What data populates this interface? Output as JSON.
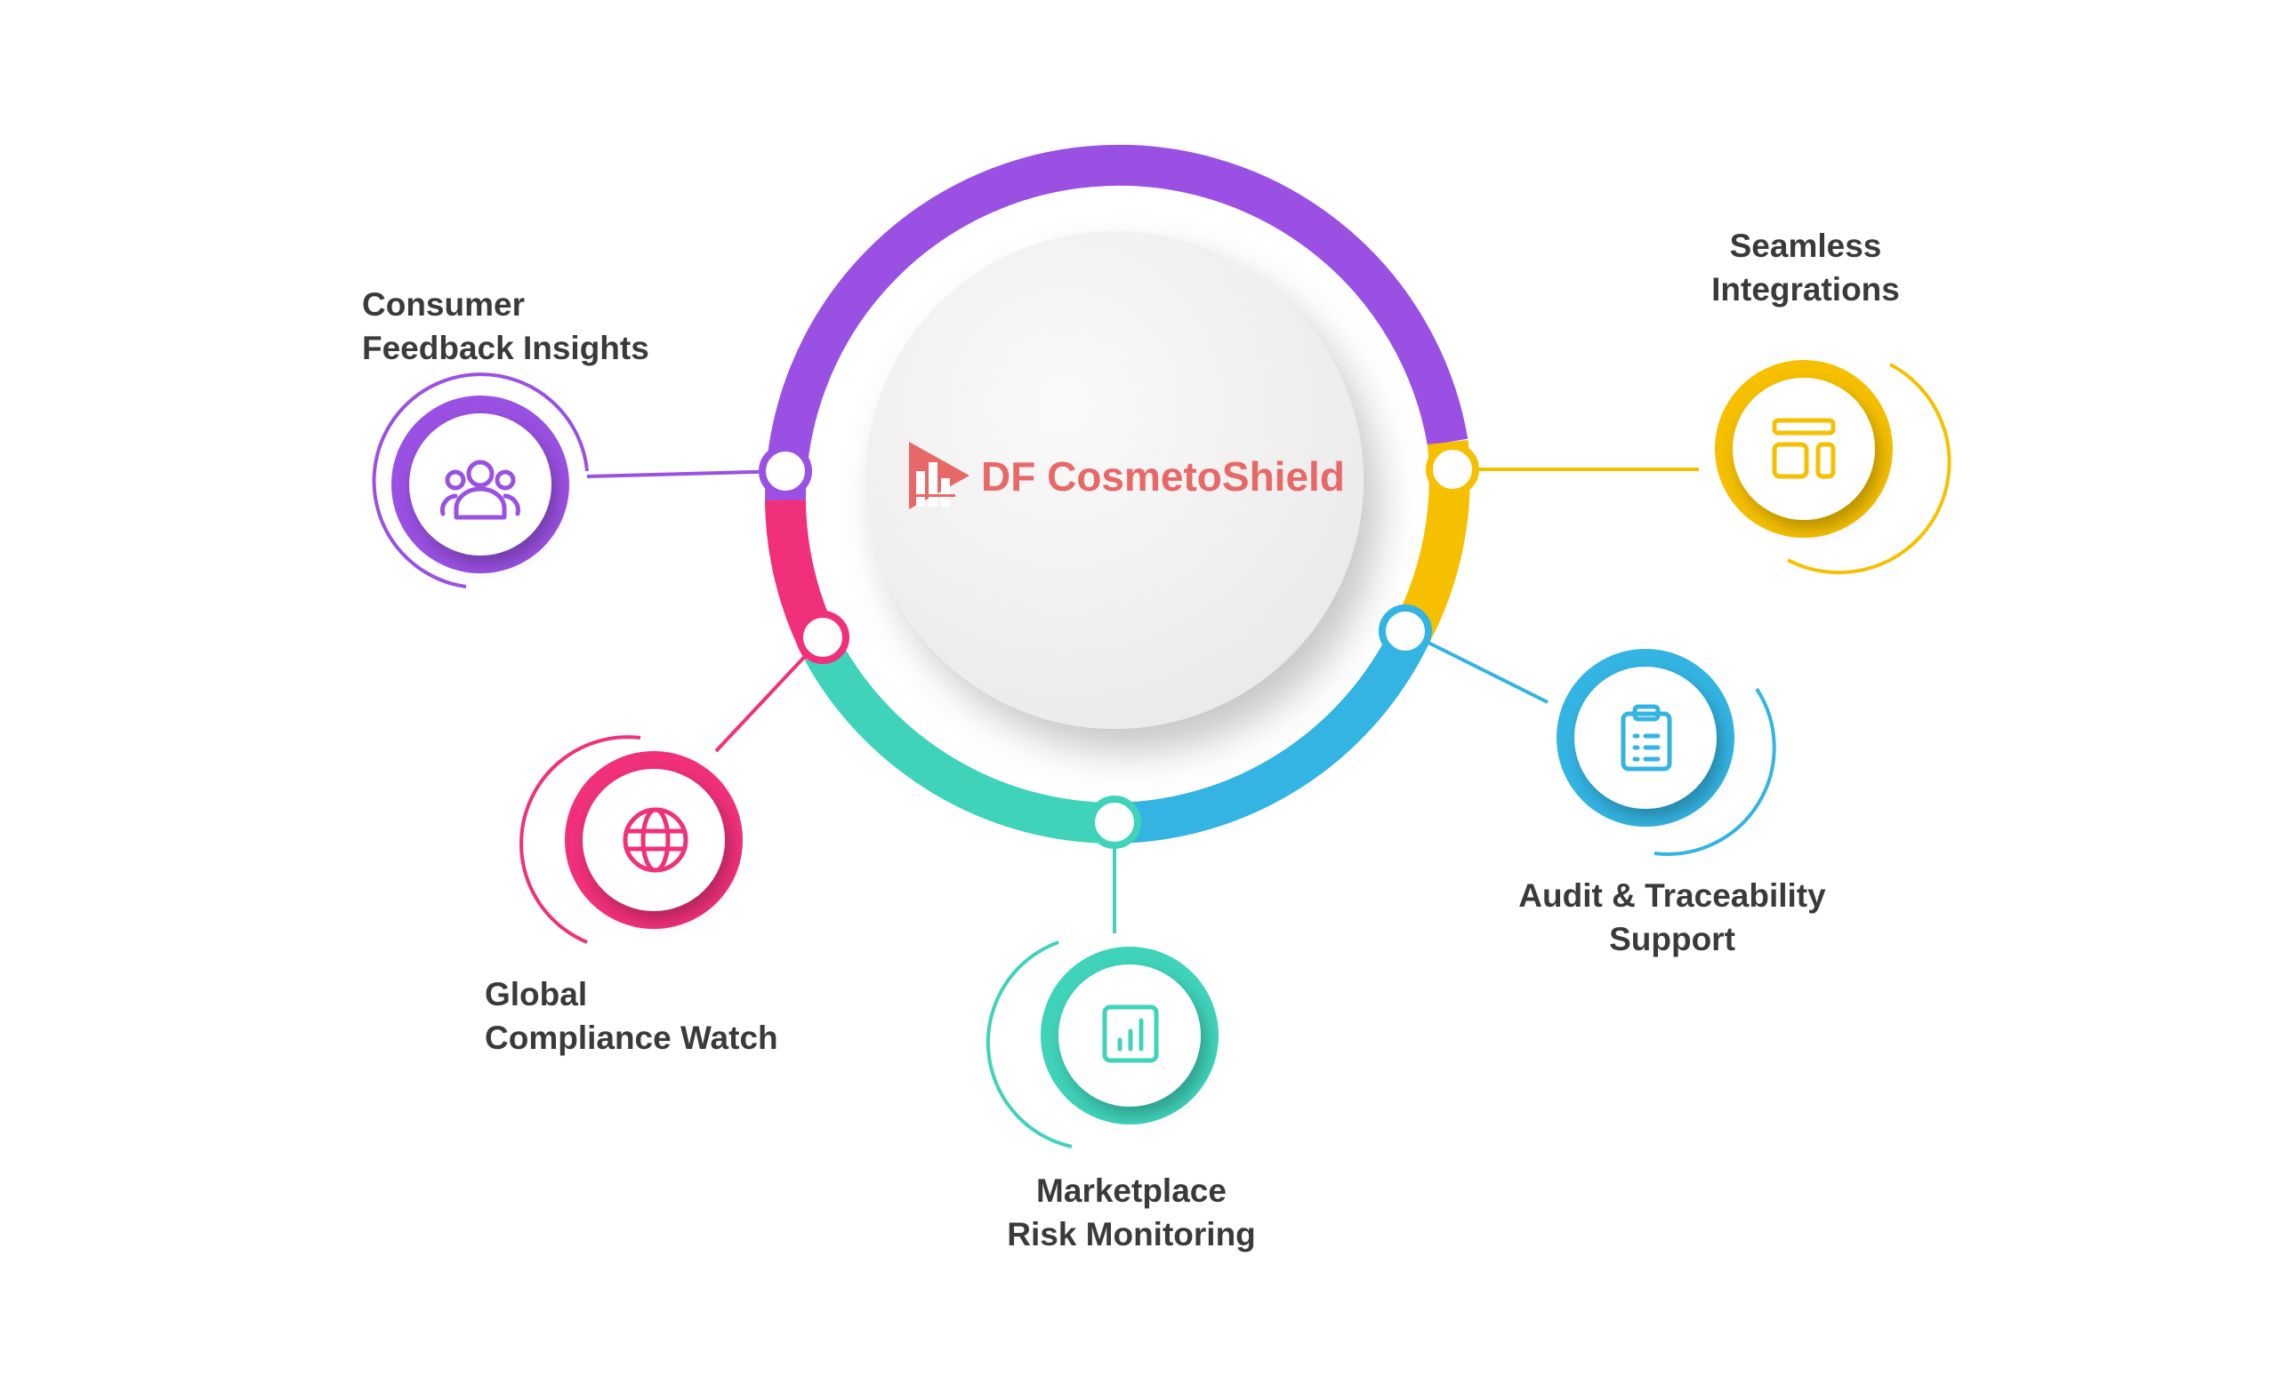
{
  "hub": {
    "brand_text": "DF CosmetoShield",
    "brand_color": "#e86868"
  },
  "features": [
    {
      "id": "consumer-feedback",
      "line1": "Consumer",
      "line2": "Feedback Insights",
      "icon": "users-icon",
      "color": "#9a50e2"
    },
    {
      "id": "global-compliance",
      "line1": "Global",
      "line2": "Compliance Watch",
      "icon": "globe-icon",
      "color": "#f0307a"
    },
    {
      "id": "marketplace-risk",
      "line1": "Marketplace",
      "line2": "Risk Monitoring",
      "icon": "bar-chart-icon",
      "color": "#3fd3ba"
    },
    {
      "id": "audit-traceability",
      "line1": "Audit & Traceability",
      "line2": "Support",
      "icon": "clipboard-icon",
      "color": "#33b4e2"
    },
    {
      "id": "seamless-integrations",
      "line1": "Seamless",
      "line2": "Integrations",
      "icon": "layout-icon",
      "color": "#f6c000"
    }
  ]
}
